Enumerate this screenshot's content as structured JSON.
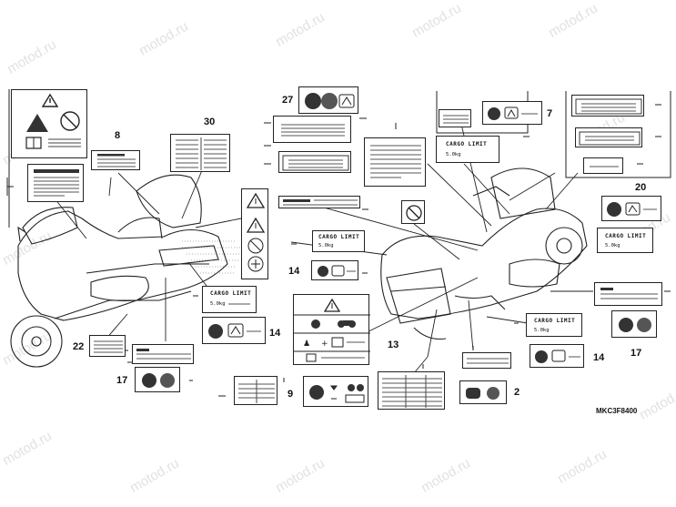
{
  "watermark": "motod.ru",
  "diagram_code": "MKC3F8400",
  "callouts": {
    "c2": "2",
    "c7": "7",
    "c8": "8",
    "c9": "9",
    "c13": "13",
    "c14a": "14",
    "c14b": "14",
    "c14c": "14",
    "c17a": "17",
    "c17b": "17",
    "c20": "20",
    "c22": "22",
    "c27": "27",
    "c30": "30"
  },
  "cargo_label": {
    "title": "CARGO LIMIT",
    "weight": "5.0kg"
  }
}
